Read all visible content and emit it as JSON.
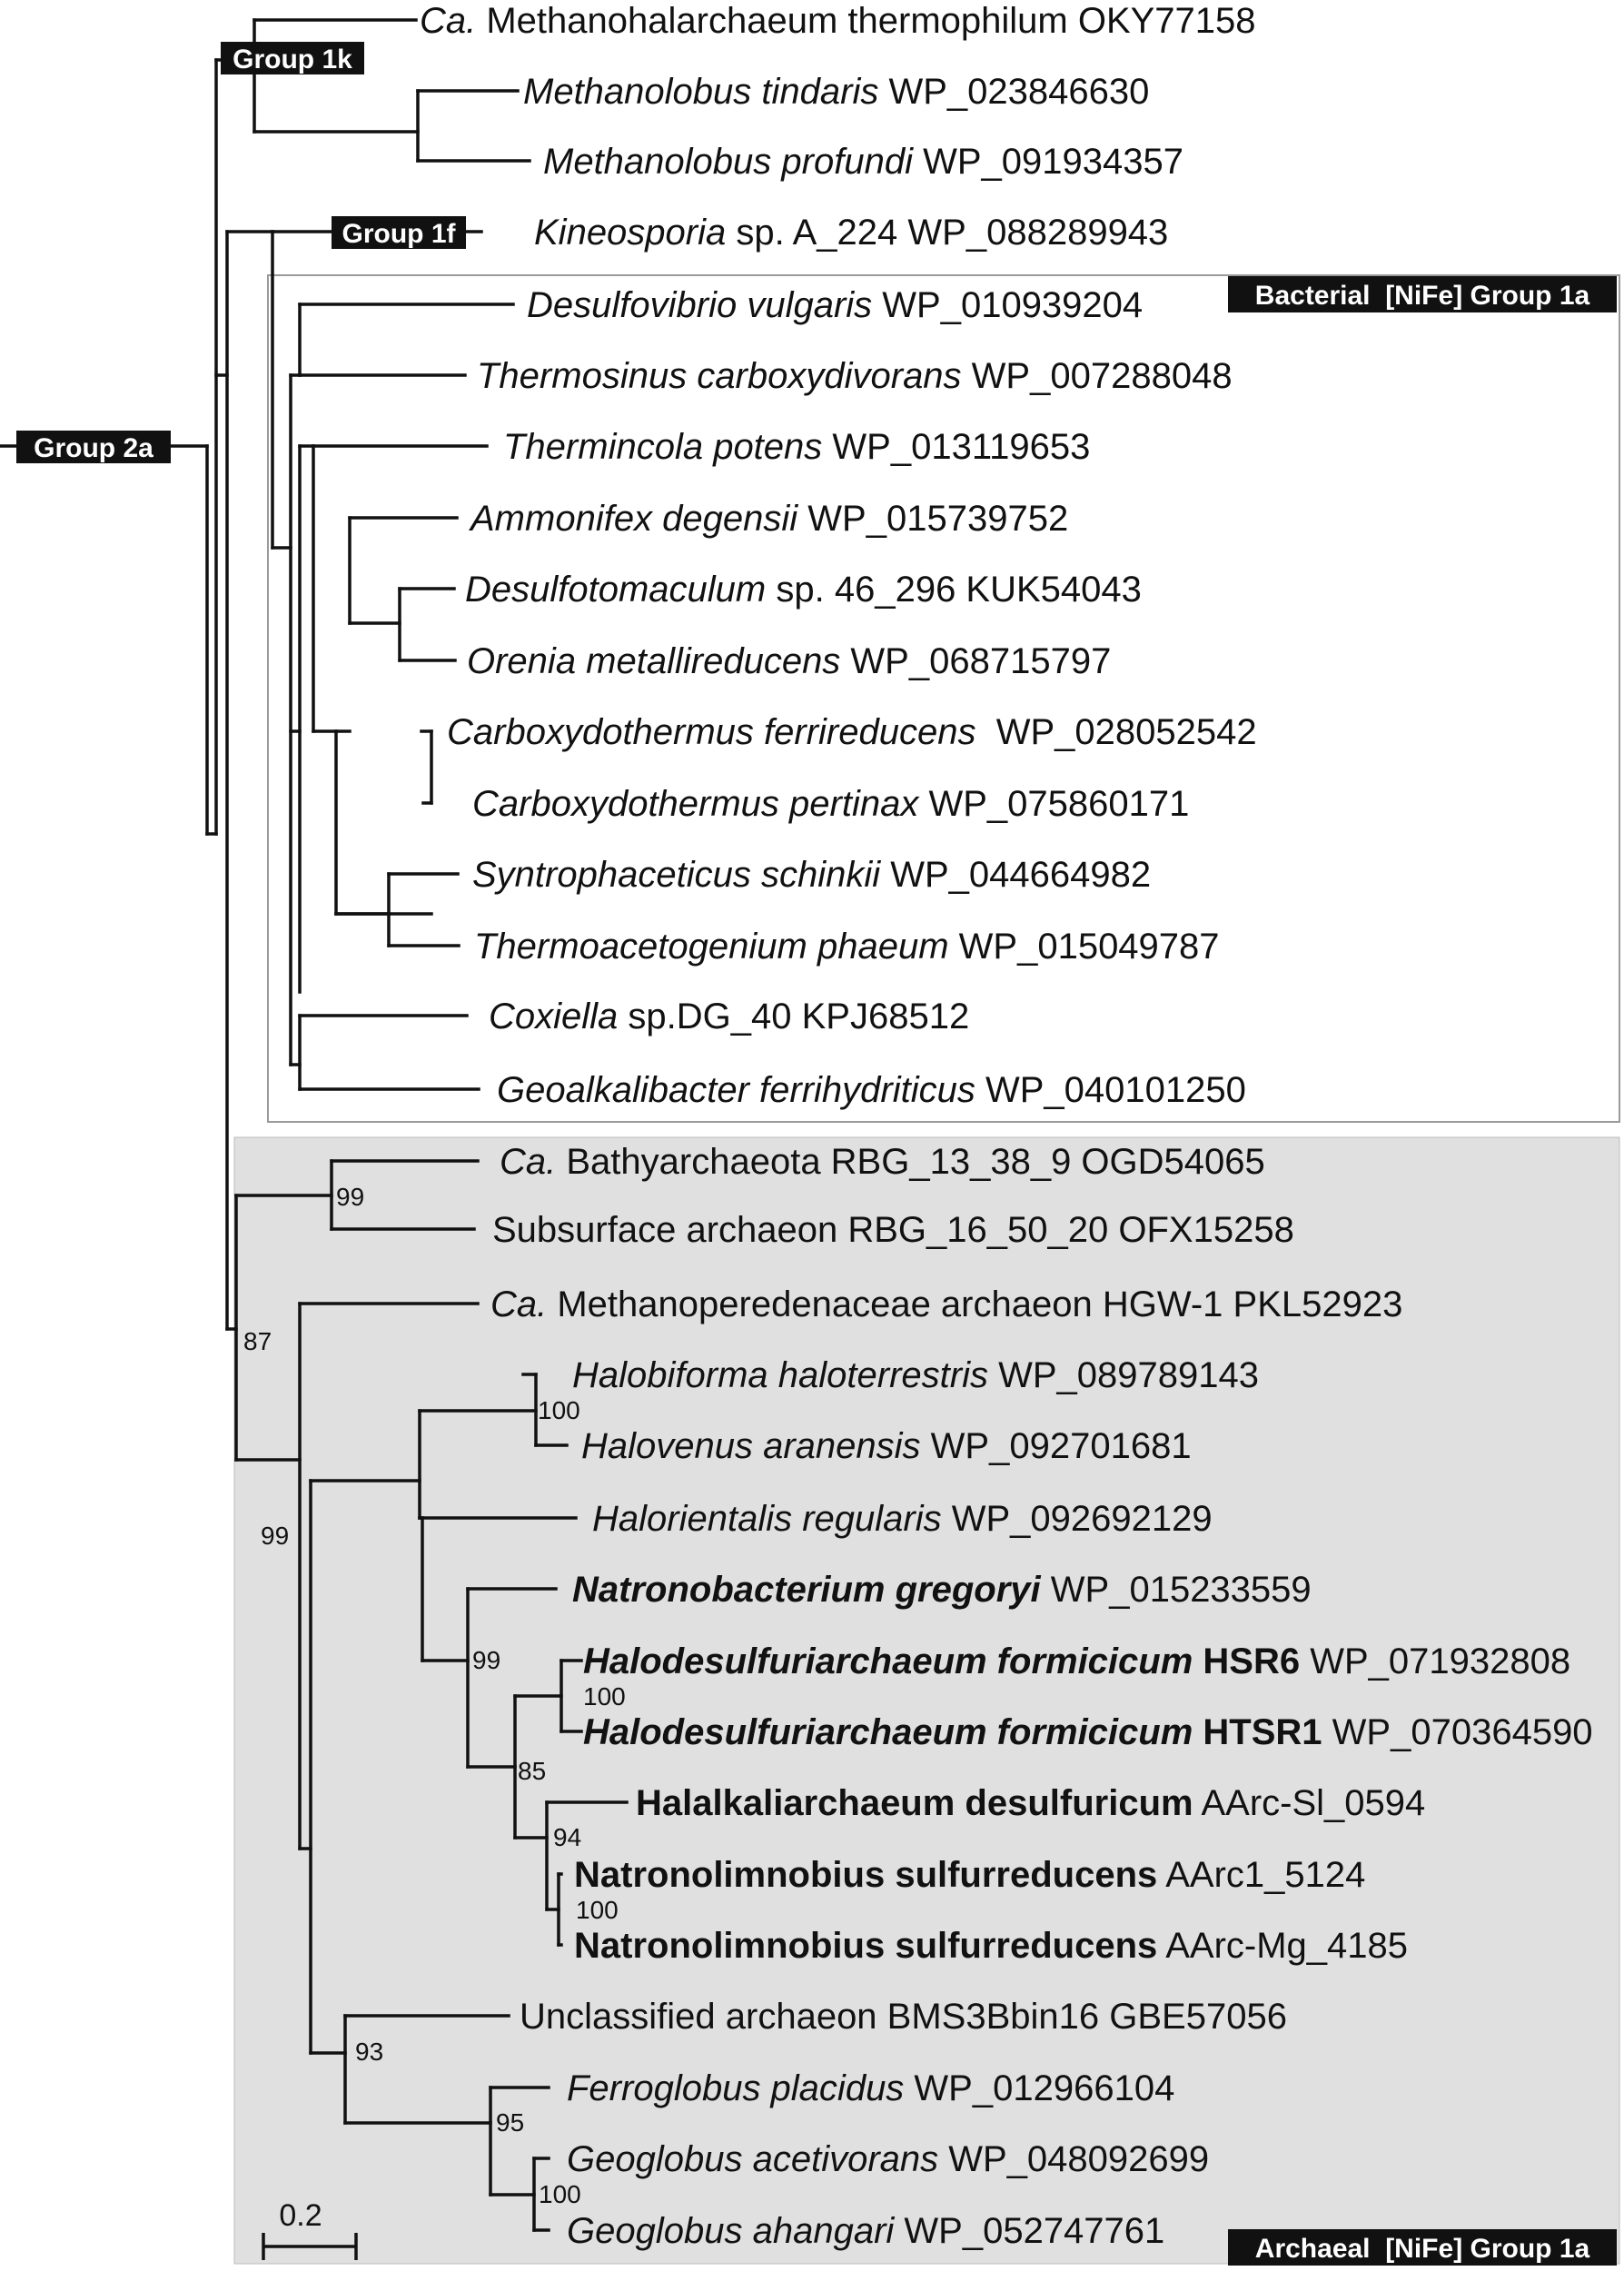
{
  "groups": {
    "group_2a": "Group 2a",
    "group_1k": "Group 1k",
    "group_1f": "Group 1f",
    "bacterial": "Bacterial  [NiFe] Group 1a",
    "archaeal": "Archaeal  [NiFe] Group 1a"
  },
  "scale_bar": {
    "label": "0.2",
    "value": 0.2
  },
  "colors": {
    "archaeal_box": "#e0e0e0",
    "bacterial_box_border": "#9a9a9a",
    "branch": "#111111",
    "tag_bg": "#111111"
  },
  "leaves": [
    {
      "parts": [
        {
          "text": "Ca.",
          "italic": true,
          "bold": false
        },
        {
          "text": " Methanohalarchaeum thermophilum OKY77158",
          "italic": false,
          "bold": false
        }
      ]
    },
    {
      "parts": [
        {
          "text": "Methanolobus tindaris",
          "italic": true,
          "bold": false
        },
        {
          "text": " WP_023846630",
          "italic": false,
          "bold": false
        }
      ]
    },
    {
      "parts": [
        {
          "text": "Methanolobus profundi",
          "italic": true,
          "bold": false
        },
        {
          "text": " WP_091934357",
          "italic": false,
          "bold": false
        }
      ]
    },
    {
      "parts": [
        {
          "text": "Kineosporia",
          "italic": true,
          "bold": false
        },
        {
          "text": " sp. A_224 WP_088289943",
          "italic": false,
          "bold": false
        }
      ]
    },
    {
      "parts": [
        {
          "text": "Desulfovibrio vulgaris",
          "italic": true,
          "bold": false
        },
        {
          "text": " WP_010939204",
          "italic": false,
          "bold": false
        }
      ]
    },
    {
      "parts": [
        {
          "text": "Thermosinus carboxydivorans",
          "italic": true,
          "bold": false
        },
        {
          "text": " WP_007288048",
          "italic": false,
          "bold": false
        }
      ]
    },
    {
      "parts": [
        {
          "text": "Thermincola potens",
          "italic": true,
          "bold": false
        },
        {
          "text": " WP_013119653",
          "italic": false,
          "bold": false
        }
      ]
    },
    {
      "parts": [
        {
          "text": "Ammonifex degensii",
          "italic": true,
          "bold": false
        },
        {
          "text": " WP_015739752",
          "italic": false,
          "bold": false
        }
      ]
    },
    {
      "parts": [
        {
          "text": "Desulfotomaculum",
          "italic": true,
          "bold": false
        },
        {
          "text": " sp. 46_296 KUK54043",
          "italic": false,
          "bold": false
        }
      ]
    },
    {
      "parts": [
        {
          "text": "Orenia metallireducens",
          "italic": true,
          "bold": false
        },
        {
          "text": " WP_068715797",
          "italic": false,
          "bold": false
        }
      ]
    },
    {
      "parts": [
        {
          "text": "Carboxydothermus ferrireducens",
          "italic": true,
          "bold": false
        },
        {
          "text": "  WP_028052542",
          "italic": false,
          "bold": false
        }
      ]
    },
    {
      "parts": [
        {
          "text": "Carboxydothermus pertinax",
          "italic": true,
          "bold": false
        },
        {
          "text": " WP_075860171",
          "italic": false,
          "bold": false
        }
      ]
    },
    {
      "parts": [
        {
          "text": "Syntrophaceticus schinkii",
          "italic": true,
          "bold": false
        },
        {
          "text": " WP_044664982",
          "italic": false,
          "bold": false
        }
      ]
    },
    {
      "parts": [
        {
          "text": "Thermoacetogenium phaeum",
          "italic": true,
          "bold": false
        },
        {
          "text": " WP_015049787",
          "italic": false,
          "bold": false
        }
      ]
    },
    {
      "parts": [
        {
          "text": "Coxiella",
          "italic": true,
          "bold": false
        },
        {
          "text": " sp.DG_40 KPJ68512",
          "italic": false,
          "bold": false
        }
      ]
    },
    {
      "parts": [
        {
          "text": "Geoalkalibacter ferrihydriticus",
          "italic": true,
          "bold": false
        },
        {
          "text": " WP_040101250",
          "italic": false,
          "bold": false
        }
      ]
    },
    {
      "parts": [
        {
          "text": "Ca.",
          "italic": true,
          "bold": false
        },
        {
          "text": " Bathyarchaeota RBG_13_38_9 OGD54065",
          "italic": false,
          "bold": false
        }
      ]
    },
    {
      "parts": [
        {
          "text": "Subsurface archaeon RBG_16_50_20 OFX15258",
          "italic": false,
          "bold": false
        }
      ]
    },
    {
      "parts": [
        {
          "text": "Ca.",
          "italic": true,
          "bold": false
        },
        {
          "text": " Methanoperedenaceae archaeon HGW-1 PKL52923",
          "italic": false,
          "bold": false
        }
      ]
    },
    {
      "parts": [
        {
          "text": "Halobiforma haloterrestris",
          "italic": true,
          "bold": false
        },
        {
          "text": " WP_089789143",
          "italic": false,
          "bold": false
        }
      ]
    },
    {
      "parts": [
        {
          "text": "Halovenus aranensis",
          "italic": true,
          "bold": false
        },
        {
          "text": " WP_092701681",
          "italic": false,
          "bold": false
        }
      ]
    },
    {
      "parts": [
        {
          "text": "Halorientalis regularis",
          "italic": true,
          "bold": false
        },
        {
          "text": " WP_092692129",
          "italic": false,
          "bold": false
        }
      ]
    },
    {
      "parts": [
        {
          "text": "Natronobacterium gregoryi",
          "italic": true,
          "bold": true
        },
        {
          "text": " WP_015233559",
          "italic": false,
          "bold": false
        }
      ]
    },
    {
      "parts": [
        {
          "text": "Halodesulfuriarchaeum formicicum",
          "italic": true,
          "bold": true
        },
        {
          "text": " HSR6",
          "italic": false,
          "bold": true
        },
        {
          "text": " WP_071932808",
          "italic": false,
          "bold": false
        }
      ]
    },
    {
      "parts": [
        {
          "text": "Halodesulfuriarchaeum formicicum",
          "italic": true,
          "bold": true
        },
        {
          "text": " HTSR1",
          "italic": false,
          "bold": true
        },
        {
          "text": " WP_070364590",
          "italic": false,
          "bold": false
        }
      ]
    },
    {
      "parts": [
        {
          "text": "Halalkaliarchaeum desulfuricum",
          "italic": false,
          "bold": true
        },
        {
          "text": " AArc-Sl_0594",
          "italic": false,
          "bold": false
        }
      ]
    },
    {
      "parts": [
        {
          "text": "Natronolimnobius sulfurreducens",
          "italic": false,
          "bold": true
        },
        {
          "text": " AArc1_5124",
          "italic": false,
          "bold": false
        }
      ]
    },
    {
      "parts": [
        {
          "text": "Natronolimnobius sulfurreducens",
          "italic": false,
          "bold": true
        },
        {
          "text": " AArc-Mg_4185",
          "italic": false,
          "bold": false
        }
      ]
    },
    {
      "parts": [
        {
          "text": "Unclassified archaeon BMS3Bbin16 GBE57056",
          "italic": false,
          "bold": false
        }
      ]
    },
    {
      "parts": [
        {
          "text": "Ferroglobus placidus",
          "italic": true,
          "bold": false
        },
        {
          "text": " WP_012966104",
          "italic": false,
          "bold": false
        }
      ]
    },
    {
      "parts": [
        {
          "text": "Geoglobus acetivorans",
          "italic": true,
          "bold": false
        },
        {
          "text": " WP_048092699",
          "italic": false,
          "bold": false
        }
      ]
    },
    {
      "parts": [
        {
          "text": "Geoglobus ahangari",
          "italic": true,
          "bold": false
        },
        {
          "text": " WP_052747761",
          "italic": false,
          "bold": false
        }
      ]
    }
  ],
  "bootstrap": [
    "99",
    "87",
    "100",
    "99",
    "99",
    "100",
    "85",
    "94",
    "100",
    "93",
    "95",
    "100"
  ]
}
